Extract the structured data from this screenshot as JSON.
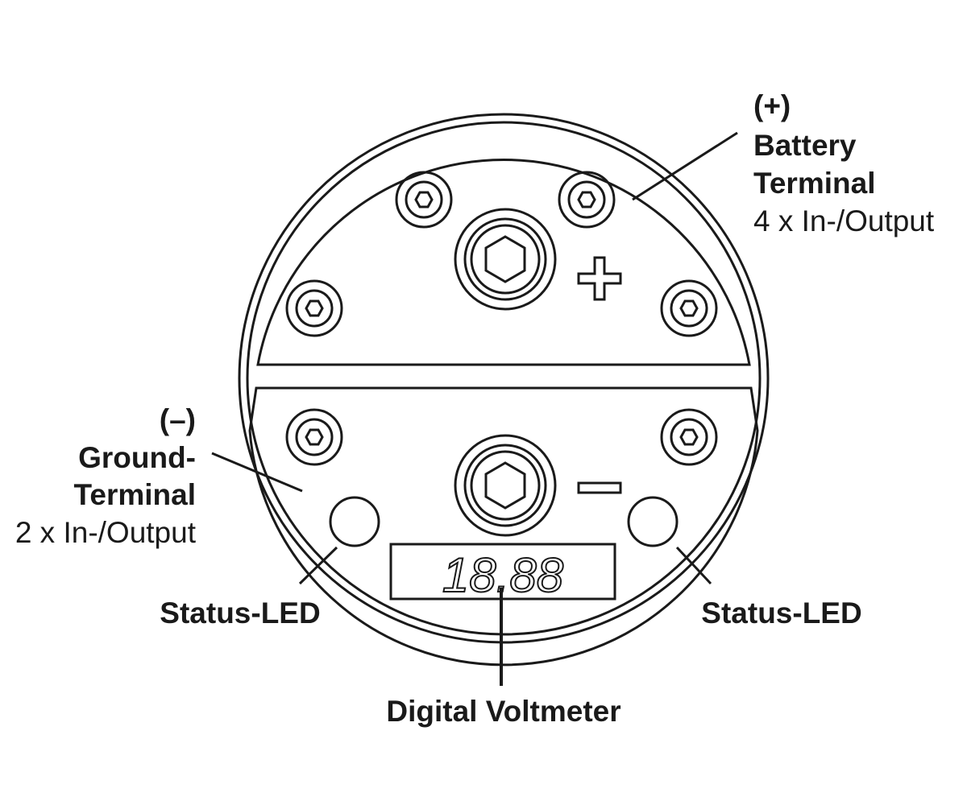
{
  "positive_terminal": {
    "polarity": "(+)",
    "name_line1": "Battery",
    "name_line2": "Terminal",
    "detail": "4 x In-/Output",
    "symbol": "plus-sign-icon"
  },
  "ground_terminal": {
    "polarity": "(–)",
    "name_line1": "Ground-",
    "name_line2": "Terminal",
    "detail": "2 x In-/Output",
    "symbol": "minus-sign-icon"
  },
  "status_led_left": {
    "label": "Status-LED"
  },
  "status_led_right": {
    "label": "Status-LED"
  },
  "voltmeter": {
    "label": "Digital Voltmeter",
    "display": "18.88"
  },
  "colors": {
    "line": "#1a1a1a",
    "background": "#ffffff"
  }
}
